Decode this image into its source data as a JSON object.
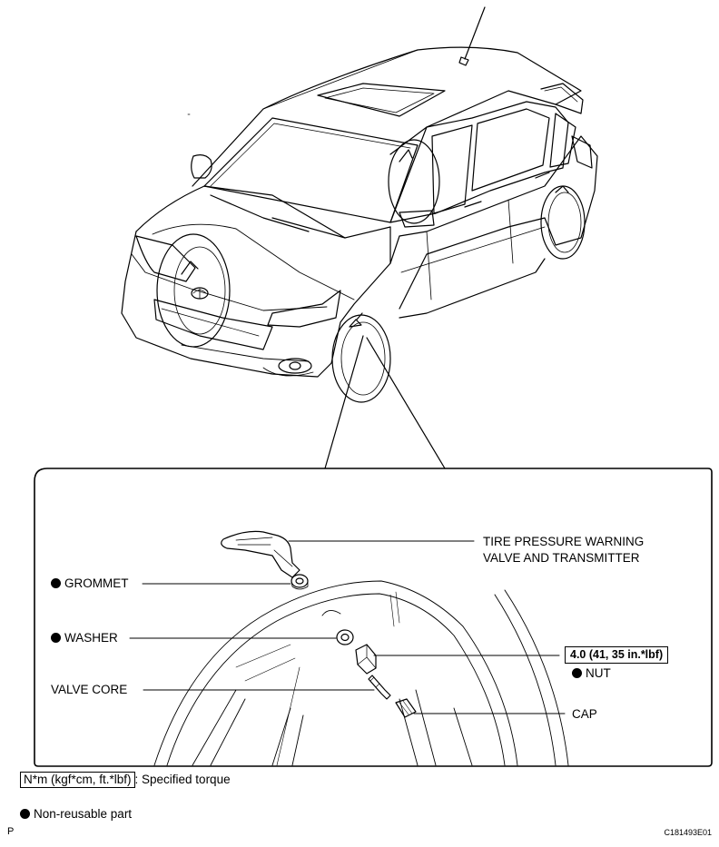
{
  "labels": {
    "transmitter_line1": "TIRE PRESSURE WARNING",
    "transmitter_line2": "VALVE AND TRANSMITTER",
    "grommet": "GROMMET",
    "washer": "WASHER",
    "valve_core": "VALVE CORE",
    "torque": "4.0 (41, 35 in.*lbf)",
    "nut": "NUT",
    "cap": "CAP"
  },
  "legend": {
    "torque_unit": "N*m (kgf*cm, ft.*lbf)",
    "torque_text": ": Specified torque",
    "nonreusable_text": "Non-reusable part"
  },
  "footer": {
    "left_mark": "P",
    "figure_code": "C181493E01"
  },
  "icons": {
    "non_reusable_marker": "filled-black-circle"
  }
}
